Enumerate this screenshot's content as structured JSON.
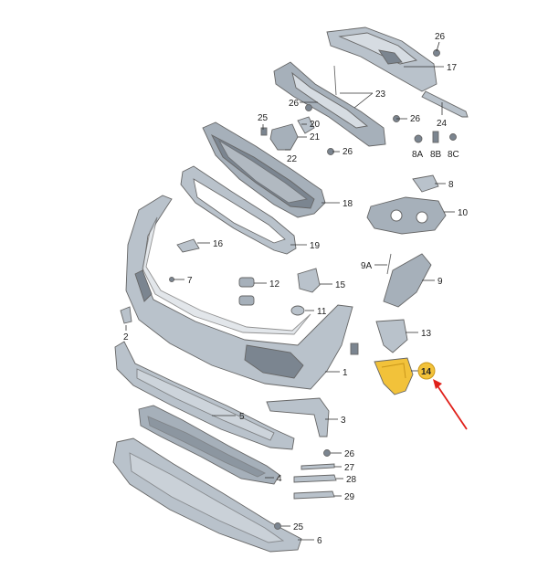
{
  "diagram": {
    "highlight_color": "#f2c23a",
    "arrow_color": "#e0201a",
    "part_color": "#b9c2cb",
    "callouts": [
      {
        "id": "c26a",
        "text": "26"
      },
      {
        "id": "c17",
        "text": "17"
      },
      {
        "id": "c23",
        "text": "23"
      },
      {
        "id": "c26b",
        "text": "26"
      },
      {
        "id": "c24",
        "text": "24"
      },
      {
        "id": "c26c",
        "text": "26"
      },
      {
        "id": "c25a",
        "text": "25"
      },
      {
        "id": "c20",
        "text": "20"
      },
      {
        "id": "c21",
        "text": "21"
      },
      {
        "id": "c22",
        "text": "22"
      },
      {
        "id": "c26d",
        "text": "26"
      },
      {
        "id": "c8a",
        "text": "8A"
      },
      {
        "id": "c8b",
        "text": "8B"
      },
      {
        "id": "c8c",
        "text": "8C"
      },
      {
        "id": "c8",
        "text": "8"
      },
      {
        "id": "c18",
        "text": "18"
      },
      {
        "id": "c10",
        "text": "10"
      },
      {
        "id": "c16",
        "text": "16"
      },
      {
        "id": "c19",
        "text": "19"
      },
      {
        "id": "c9a",
        "text": "9A"
      },
      {
        "id": "c7",
        "text": "7"
      },
      {
        "id": "c12",
        "text": "12"
      },
      {
        "id": "c15",
        "text": "15"
      },
      {
        "id": "c9",
        "text": "9"
      },
      {
        "id": "c11",
        "text": "11"
      },
      {
        "id": "c2",
        "text": "2"
      },
      {
        "id": "c13",
        "text": "13"
      },
      {
        "id": "c1",
        "text": "1"
      },
      {
        "id": "c14",
        "text": "14"
      },
      {
        "id": "c5",
        "text": "5"
      },
      {
        "id": "c3",
        "text": "3"
      },
      {
        "id": "c26e",
        "text": "26"
      },
      {
        "id": "c27",
        "text": "27"
      },
      {
        "id": "c4",
        "text": "4"
      },
      {
        "id": "c28",
        "text": "28"
      },
      {
        "id": "c29",
        "text": "29"
      },
      {
        "id": "c25b",
        "text": "25"
      },
      {
        "id": "c6",
        "text": "6"
      }
    ]
  }
}
